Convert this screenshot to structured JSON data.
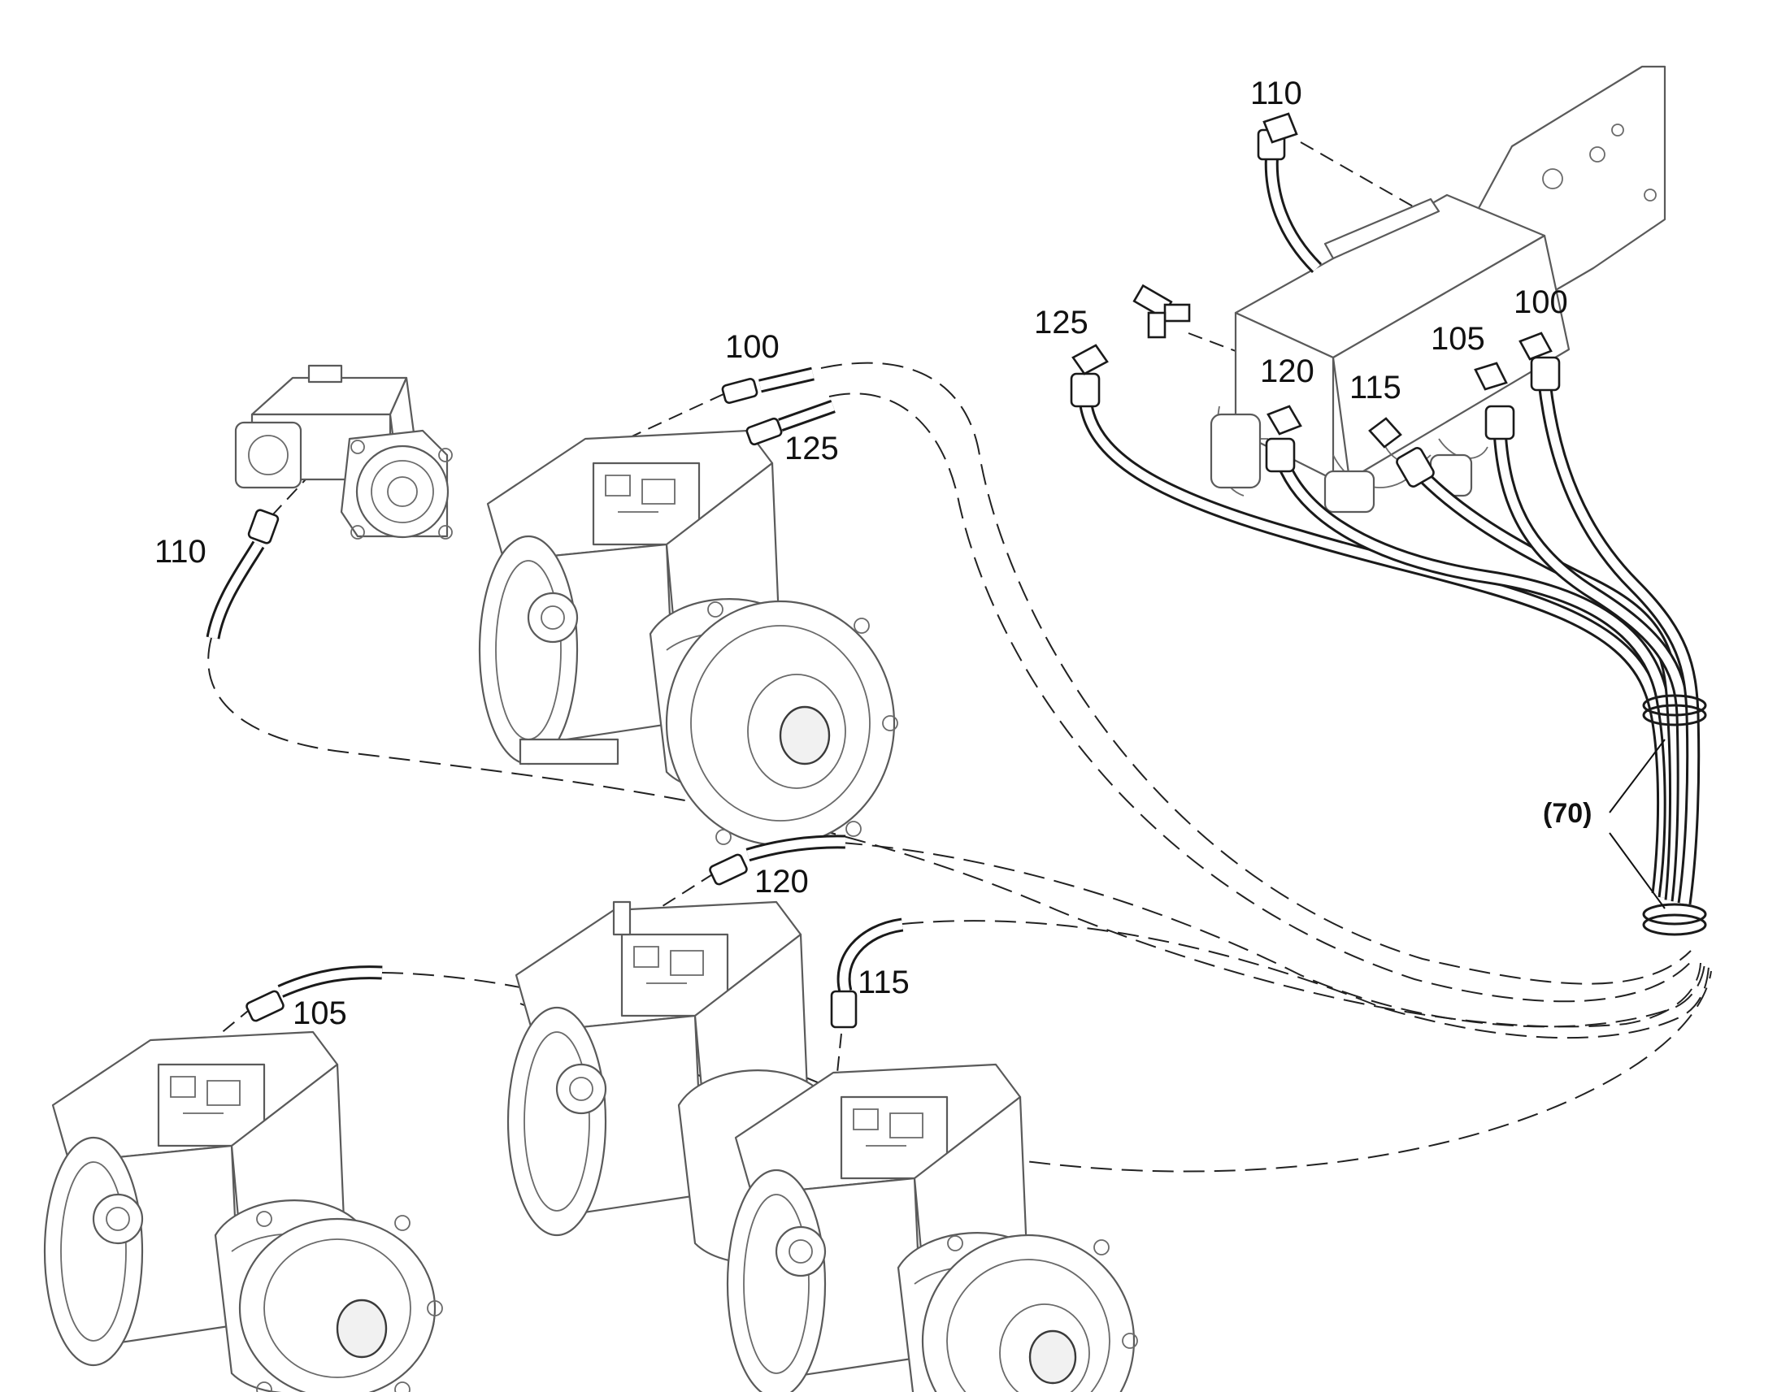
{
  "callouts": {
    "top_right_110": "110",
    "top_right_125": "125",
    "top_right_120": "120",
    "top_right_115": "115",
    "top_right_105": "105",
    "top_right_100": "100",
    "hose_bundle_70": "(70)",
    "upper_motor_100": "100",
    "upper_motor_125": "125",
    "small_pump_110": "110",
    "middle_motor_120": "120",
    "middle_motor_115": "115",
    "left_motor_105": "105"
  }
}
